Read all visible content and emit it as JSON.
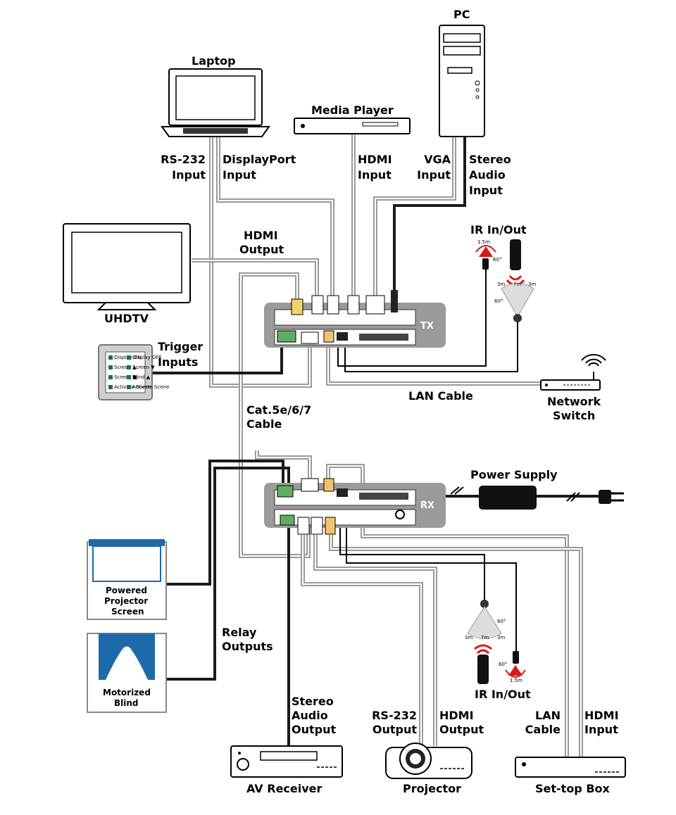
{
  "devices": {
    "pc": "PC",
    "laptop": "Laptop",
    "media_player": "Media Player",
    "uhdtv": "UHDTV",
    "network_switch": [
      "Network",
      "Switch"
    ],
    "power_supply": "Power Supply",
    "powered_screen": [
      "Powered",
      "Projector",
      "Screen"
    ],
    "motorized_blind": [
      "Motorized",
      "Blind"
    ],
    "av_receiver": "AV Receiver",
    "projector": "Projector",
    "settop_box": "Set-top Box",
    "tx": "TX",
    "rx": "RX"
  },
  "labels": {
    "rs232_input": [
      "RS-232",
      "Input"
    ],
    "displayport_input": [
      "DisplayPort",
      "Input"
    ],
    "hdmi_input_top": [
      "HDMI",
      "Input"
    ],
    "vga_input": [
      "VGA",
      "Input"
    ],
    "stereo_audio_input": [
      "Stereo",
      "Audio",
      "Input"
    ],
    "hdmi_output_top": [
      "HDMI",
      "Output"
    ],
    "ir_inout_top": "IR In/Out",
    "trigger_inputs": [
      "Trigger",
      "Inputs"
    ],
    "lan_cable_top": "LAN Cable",
    "catcable": [
      "Cat.5e/6/7",
      "Cable"
    ],
    "relay_outputs": [
      "Relay",
      "Outputs"
    ],
    "ir_inout_bottom": "IR In/Out",
    "stereo_audio_output": [
      "Stereo",
      "Audio",
      "Output"
    ],
    "rs232_output": [
      "RS-232",
      "Output"
    ],
    "hdmi_output_bottom": [
      "HDMI",
      "Output"
    ],
    "lan_cable_bottom": [
      "LAN",
      "Cable"
    ],
    "hdmi_input_bottom": [
      "HDMI",
      "Input"
    ]
  },
  "ir": {
    "dist_15": "1.5m",
    "angle_60": "60°",
    "dist_3": "3m",
    "dist_7": "7m"
  },
  "trigger_panel": [
    "Display ON",
    "Display OFF",
    "Screen ▲",
    "Screen ▼",
    "Screen ■",
    "Blind ▲",
    "Activate Scene",
    "Activate Scene"
  ]
}
